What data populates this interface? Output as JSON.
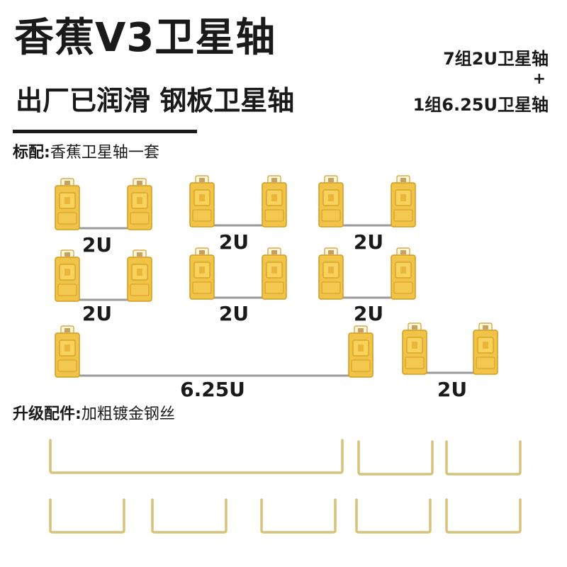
{
  "header": {
    "title": "香蕉V3卫星轴",
    "subtitle": "出厂已润滑 钢板卫星轴",
    "combo_line1": "7组2U卫星轴",
    "combo_plus": "+",
    "combo_line2": "1组6.25U卫星轴"
  },
  "standard": {
    "label": "标配:",
    "value": "香蕉卫星轴一套"
  },
  "stabilizers": {
    "sizes": [
      "2U",
      "2U",
      "2U",
      "2U",
      "2U",
      "2U",
      "6.25U",
      "2U"
    ]
  },
  "upgrade": {
    "label": "升级配件:",
    "value": "加粗镀金钢丝"
  },
  "colors": {
    "housing": "#f0c448",
    "housing_dark": "#d79a1e",
    "wire_steel": "#9a9a9a",
    "wire_gold": "#d8c27a"
  }
}
